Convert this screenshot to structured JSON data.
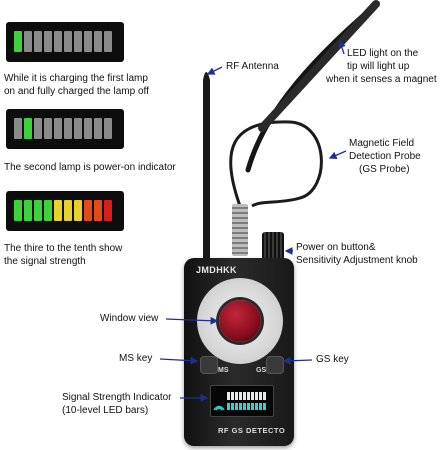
{
  "captions": {
    "lamp_charging": [
      "While it is charging the first lamp",
      "on and fully charged the lamp off"
    ],
    "power_on": "The second lamp is power-on indicator",
    "signal": [
      "The thire to the tenth show",
      "the signal strength"
    ],
    "rf_antenna": "RF Antenna",
    "led_light": [
      "LED light on the",
      "tip will light up",
      "when it senses a magnet"
    ],
    "magnetic_probe": [
      "Magnetic Field",
      "Detection Probe",
      "(GS Probe)"
    ],
    "power_button": [
      "Power on button&",
      "Sensitivity Adjustment knob"
    ],
    "window_view": "Window view",
    "ms_key": "MS key",
    "gs_key": "GS key",
    "signal_indicator": [
      "Signal Strength Indicator",
      "(10-level LED bars)"
    ]
  },
  "device": {
    "brand": "JMDHKK",
    "ms": "MS",
    "gs": "GS",
    "bottom_text": "RF GS DETECTO"
  },
  "led_panels": {
    "panel1": [
      "#3bd23b",
      "#8a8a8a",
      "#8a8a8a",
      "#8a8a8a",
      "#8a8a8a",
      "#8a8a8a",
      "#8a8a8a",
      "#8a8a8a",
      "#8a8a8a",
      "#8a8a8a"
    ],
    "panel2": [
      "#8a8a8a",
      "#3bd23b",
      "#8a8a8a",
      "#8a8a8a",
      "#8a8a8a",
      "#8a8a8a",
      "#8a8a8a",
      "#8a8a8a",
      "#8a8a8a",
      "#8a8a8a"
    ],
    "panel3": [
      "#3bd23b",
      "#3bd23b",
      "#3bd23b",
      "#3bd23b",
      "#e8d12a",
      "#e8d12a",
      "#e8d12a",
      "#e34b1d",
      "#e34b1d",
      "#d91c1c"
    ]
  },
  "colors": {
    "arrow": "#1f2f8f",
    "device": "#1c1c1c"
  }
}
